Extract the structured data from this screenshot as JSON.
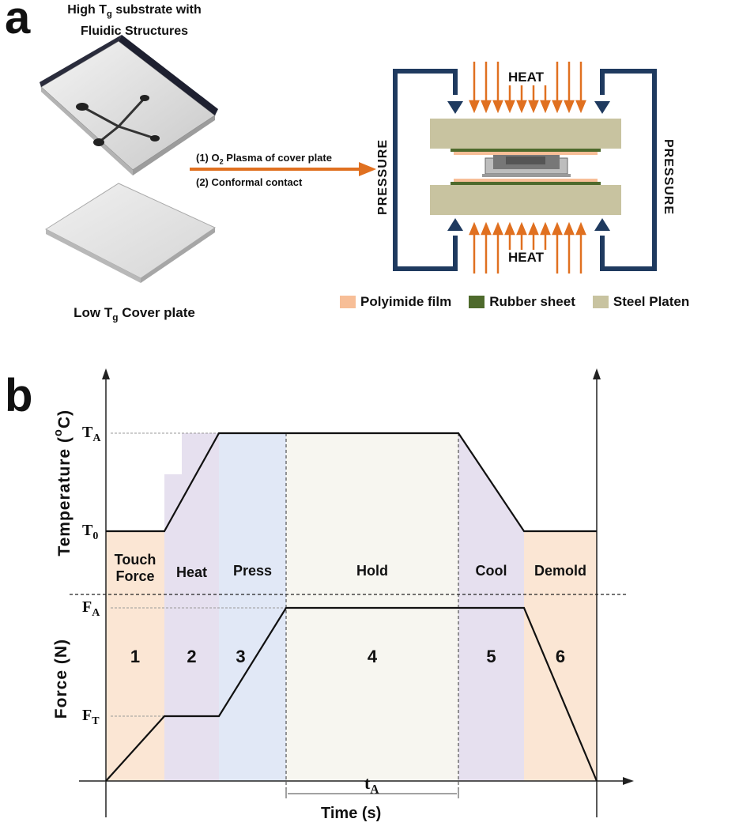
{
  "panel_a": {
    "letter": "a",
    "top_device_label_line1_pre": "High T",
    "top_device_label_line1_sub": "g",
    "top_device_label_line1_post": " substrate with",
    "top_device_label_line2": "Fluidic Structures",
    "bottom_device_label_pre": "Low T",
    "bottom_device_label_sub": "g",
    "bottom_device_label_post": " Cover plate",
    "step1_pre": "(1) O",
    "step1_sub": "2",
    "step1_post": " Plasma of cover plate",
    "step2": "(2) Conformal contact",
    "heat_top": "HEAT",
    "heat_bottom": "HEAT",
    "pressure_left": "PRESSURE",
    "pressure_right": "PRESSURE",
    "legend": [
      {
        "label": "Polyimide film",
        "color": "#f7be97"
      },
      {
        "label": "Rubber sheet",
        "color": "#4e6a2c"
      },
      {
        "label": "Steel Platen",
        "color": "#c8c3a0"
      }
    ],
    "colors": {
      "arrow_orange": "#e07020",
      "frame_navy": "#1f3a5f",
      "platen": "#c8c3a0",
      "polyimide": "#f7be97",
      "rubber": "#4e6a2c"
    }
  },
  "panel_b": {
    "letter": "b",
    "y_axis_temp_pre": "Temperature (",
    "y_axis_temp_sup": "o",
    "y_axis_temp_post": "C)",
    "y_axis_force": "Force (N)",
    "x_axis": "Time (s)",
    "tick_TA_main": "T",
    "tick_TA_sub": "A",
    "tick_T0_main": "T",
    "tick_T0_sub": "0",
    "tick_FA_main": "F",
    "tick_FA_sub": "A",
    "tick_FT_main": "F",
    "tick_FT_sub": "T",
    "tA_main": "t",
    "tA_sub": "A",
    "phases": [
      {
        "label_line1": "Touch",
        "label_line2": "Force",
        "number": "1",
        "color": "#fbe6d4"
      },
      {
        "label_line1": "Heat",
        "label_line2": "",
        "number": "2",
        "color": "#e6e0ef"
      },
      {
        "label_line1": "Press",
        "label_line2": "",
        "number": "3",
        "color": "#e1e8f6"
      },
      {
        "label_line1": "Hold",
        "label_line2": "",
        "number": "4",
        "color": "#f7f6f0"
      },
      {
        "label_line1": "Cool",
        "label_line2": "",
        "number": "5",
        "color": "#e6e0ef"
      },
      {
        "label_line1": "Demold",
        "label_line2": "",
        "number": "6",
        "color": "#fbe6d4"
      }
    ]
  }
}
